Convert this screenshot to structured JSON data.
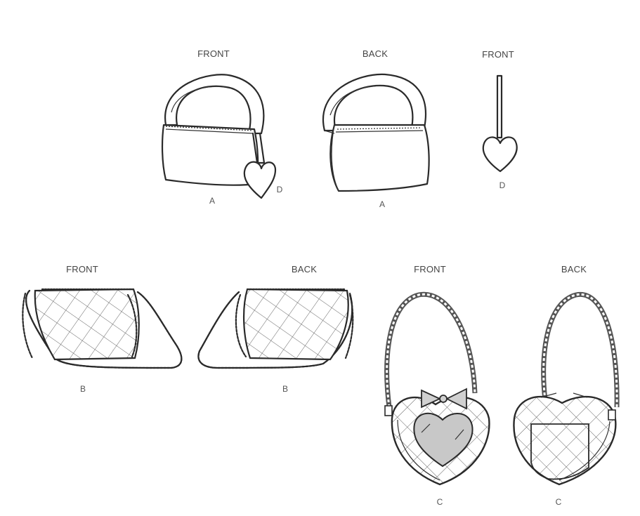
{
  "views": [
    {
      "id": "a-front",
      "view_label": "FRONT",
      "letter": "A",
      "letter2": "D"
    },
    {
      "id": "a-back",
      "view_label": "BACK",
      "letter": "A"
    },
    {
      "id": "d-front",
      "view_label": "FRONT",
      "letter": "D"
    },
    {
      "id": "b-front",
      "view_label": "FRONT",
      "letter": "B"
    },
    {
      "id": "b-back",
      "view_label": "BACK",
      "letter": "B"
    },
    {
      "id": "c-front",
      "view_label": "FRONT",
      "letter": "C"
    },
    {
      "id": "c-back",
      "view_label": "BACK",
      "letter": "C"
    }
  ],
  "colors": {
    "line": "#2a2a2a",
    "vinyl_window": "#c8c8c8",
    "bow": "#d0d0d0"
  }
}
